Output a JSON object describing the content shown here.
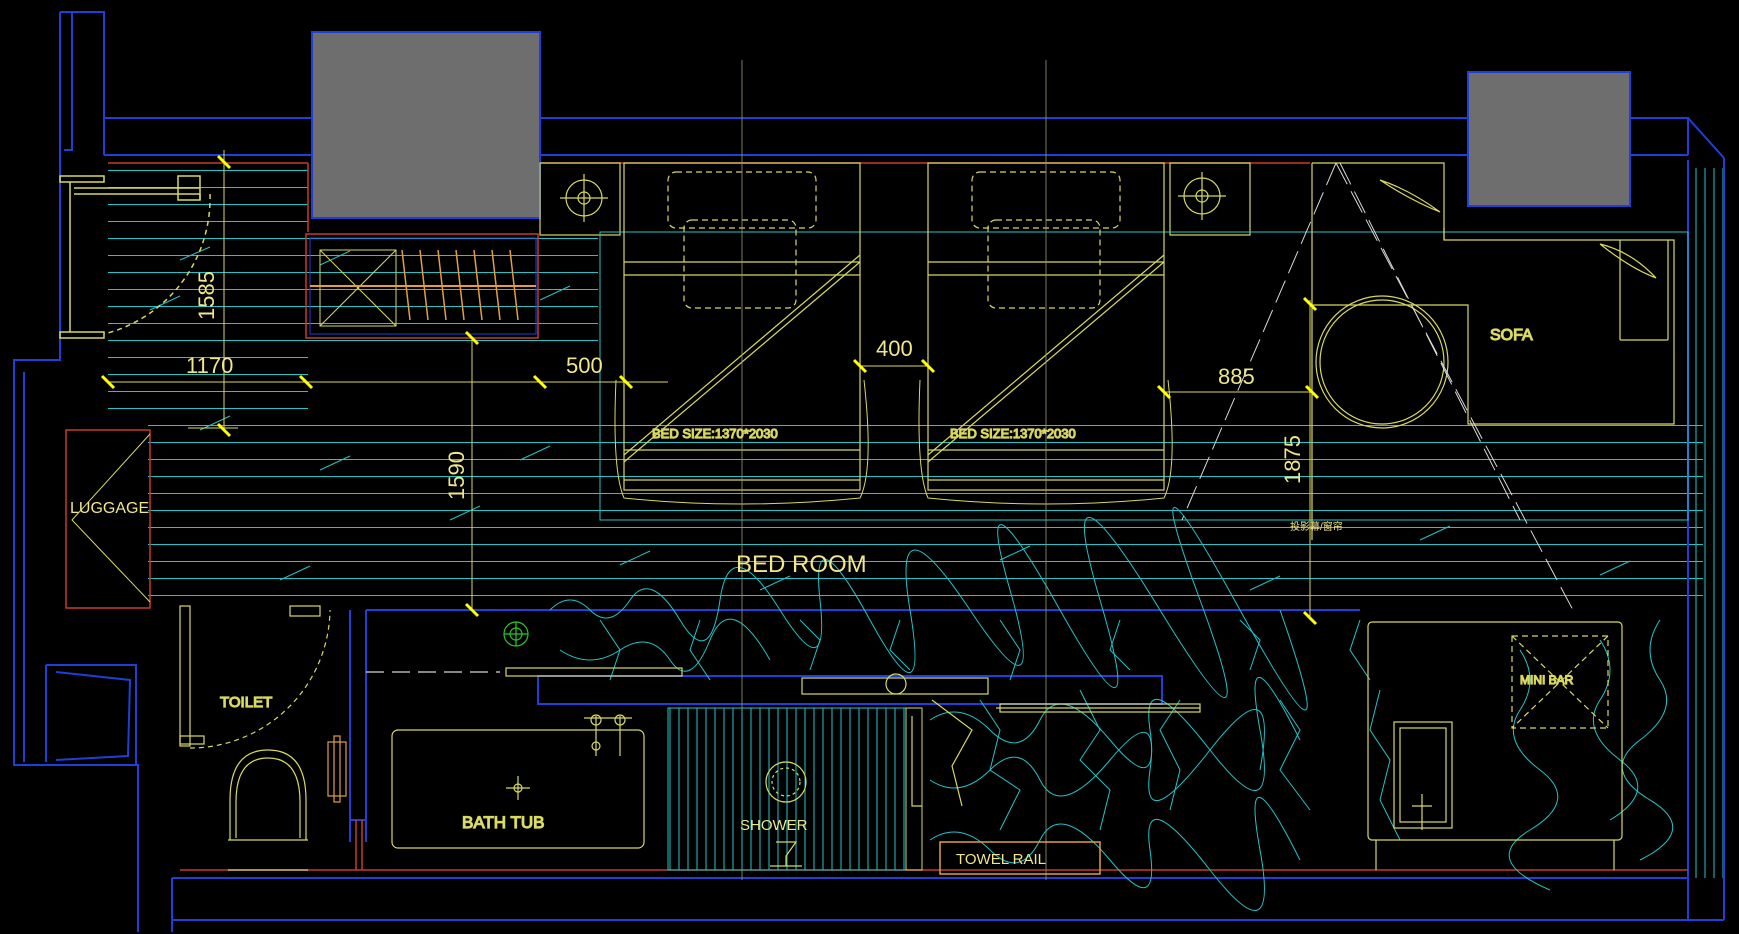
{
  "labels": {
    "luggage": "LUGGAGE",
    "toilet": "TOILET",
    "bath_tub": "BATH TUB",
    "shower": "SHOWER",
    "towel_rail": "TOWEL RAIL",
    "bed_room": "BED ROOM",
    "sofa": "SOFA",
    "mini_bar": "MINI BAR",
    "bed1_size": "BED SIZE:1370*2030",
    "bed2_size": "BED SIZE:1370*2030",
    "curtain_note": "投影幕/窗帘"
  },
  "dimensions": {
    "d1585": "1585",
    "d1170": "1170",
    "d500": "500",
    "d400": "400",
    "d885": "885",
    "d1590": "1590",
    "d1875": "1875"
  },
  "colors": {
    "background": "#000000",
    "wall_blue": "#1f3fd8",
    "hatch_cyan": "#22c4c8",
    "furniture_yellow": "#d8d860",
    "annotation_yellow": "#f0e68c",
    "column_gray": "#6e6e6e",
    "red_line": "#c83a2a",
    "plant_green": "#28c828"
  }
}
